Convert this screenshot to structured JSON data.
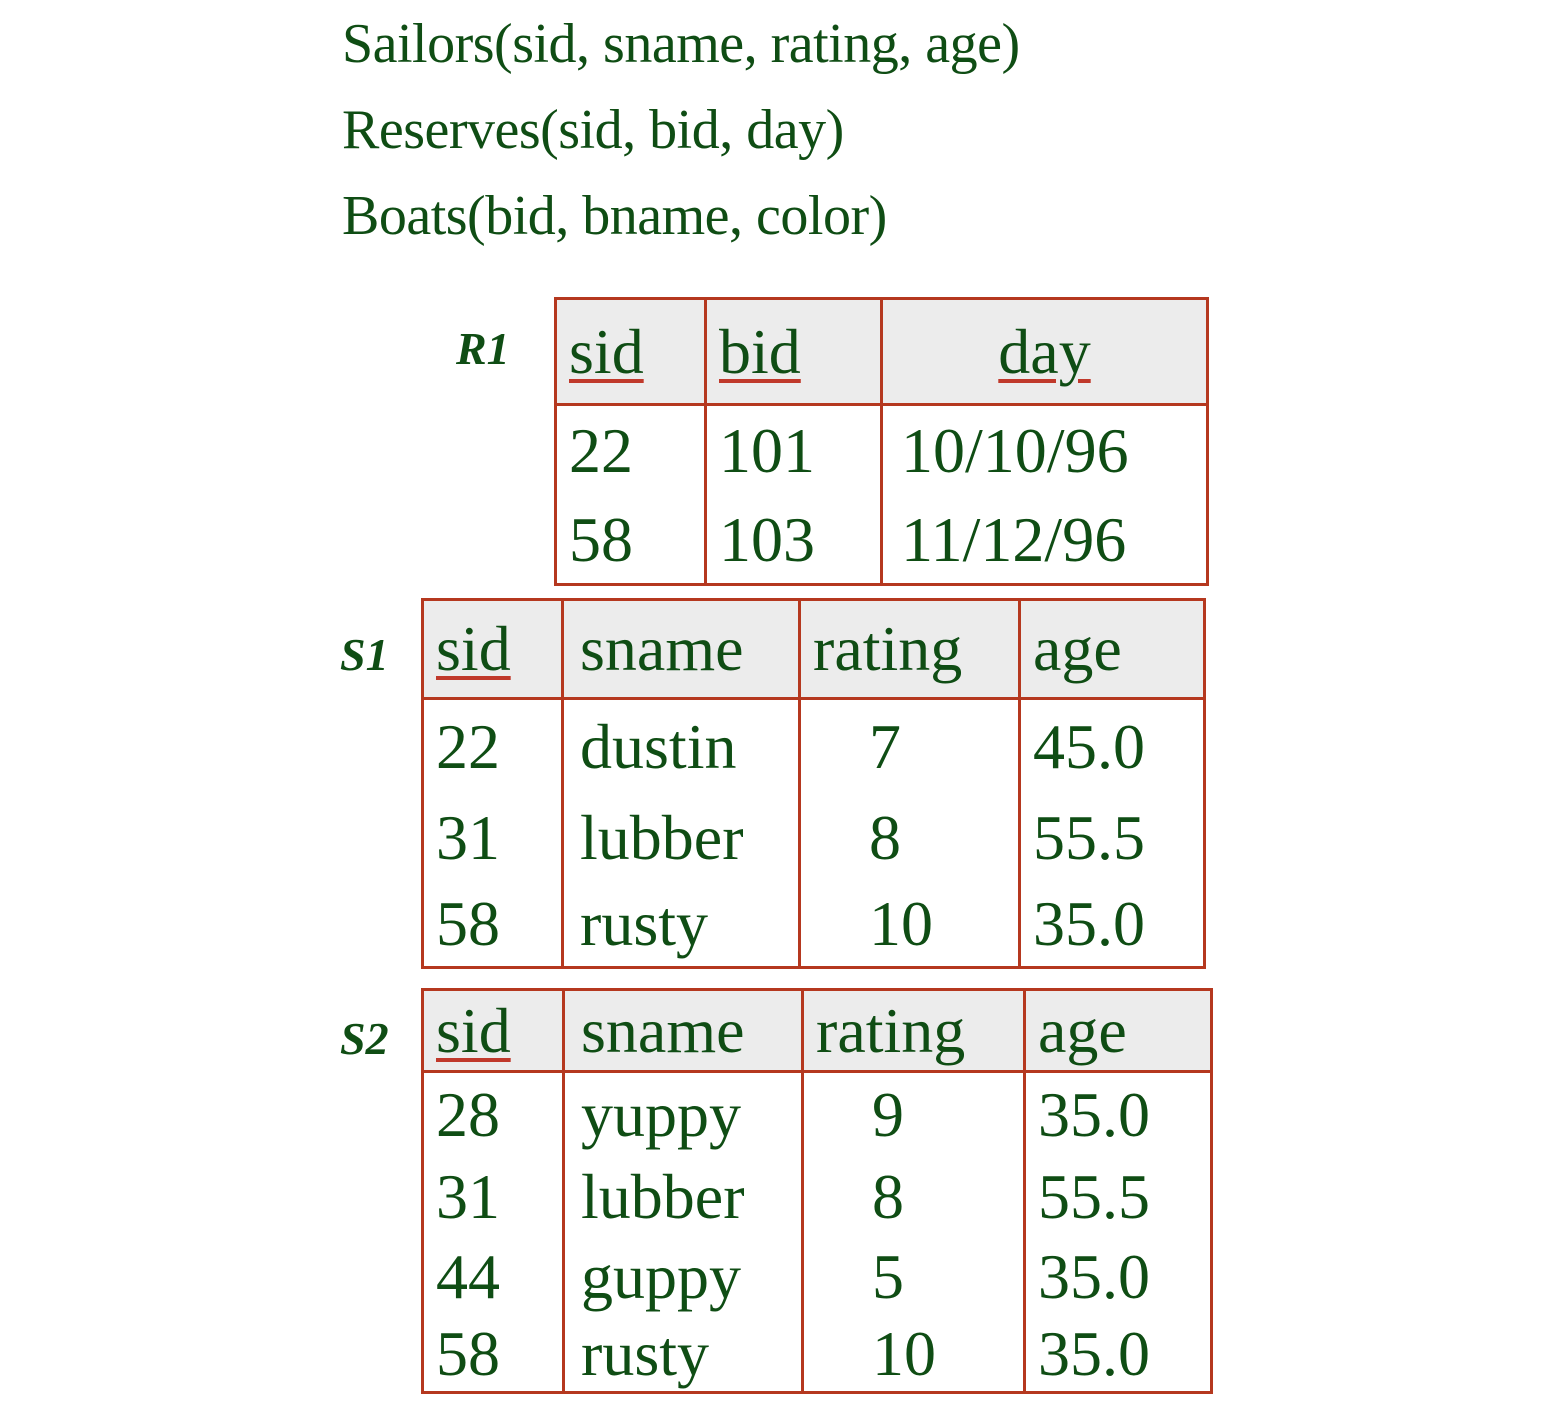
{
  "schema": [
    "Sailors(sid, sname, rating, age)",
    "Reserves(sid, bid, day)",
    "Boats(bid, bname, color)"
  ],
  "tables": {
    "r1": {
      "label": "R1",
      "headers": [
        "sid",
        "bid",
        "day"
      ],
      "rows": [
        [
          "22",
          "101",
          "10/10/96"
        ],
        [
          "58",
          "103",
          "11/12/96"
        ]
      ]
    },
    "s1": {
      "label": "S1",
      "headers": [
        "sid",
        "sname",
        "rating",
        "age"
      ],
      "rows": [
        [
          "22",
          "dustin",
          "7",
          "45.0"
        ],
        [
          "31",
          "lubber",
          "8",
          "55.5"
        ],
        [
          "58",
          "rusty",
          "10",
          "35.0"
        ]
      ]
    },
    "s2": {
      "label": "S2",
      "headers": [
        "sid",
        "sname",
        "rating",
        "age"
      ],
      "rows": [
        [
          "28",
          "yuppy",
          "9",
          "35.0"
        ],
        [
          "31",
          "lubber",
          "8",
          "55.5"
        ],
        [
          "44",
          "guppy",
          "5",
          "35.0"
        ],
        [
          "58",
          "rusty",
          "10",
          "35.0"
        ]
      ]
    }
  },
  "colors": {
    "text": "#0f4d14",
    "border": "#b5381f",
    "header_bg": "#ececec",
    "key_underline": "#c0392b"
  }
}
